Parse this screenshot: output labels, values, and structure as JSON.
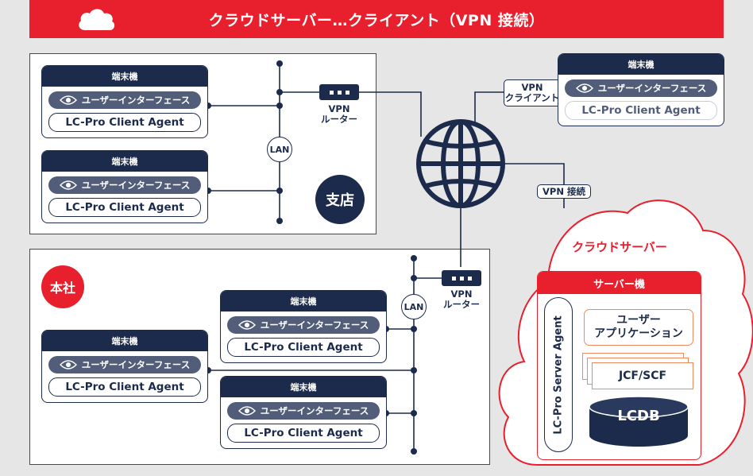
{
  "header": {
    "title": "クラウドサーバー…クライアント（VPN 接続）"
  },
  "branch": {
    "badge": "支店",
    "lan_label": "LAN",
    "router_label_line1": "VPN",
    "router_label_line2": "ルーター",
    "terminals": [
      {
        "title": "端末機",
        "ui_label": "ユーザーインターフェース",
        "agent_label": "LC-Pro Client Agent"
      },
      {
        "title": "端末機",
        "ui_label": "ユーザーインターフェース",
        "agent_label": "LC-Pro Client Agent"
      }
    ]
  },
  "hq": {
    "badge": "本社",
    "lan_label": "LAN",
    "router_label_line1": "VPN",
    "router_label_line2": "ルーター",
    "terminals": [
      {
        "title": "端末機",
        "ui_label": "ユーザーインターフェース",
        "agent_label": "LC-Pro Client Agent"
      },
      {
        "title": "端末機",
        "ui_label": "ユーザーインターフェース",
        "agent_label": "LC-Pro Client Agent"
      },
      {
        "title": "端末機",
        "ui_label": "ユーザーインターフェース",
        "agent_label": "LC-Pro Client Agent"
      }
    ]
  },
  "remote": {
    "tag_line1": "VPN",
    "tag_line2": "クライアント",
    "terminal": {
      "title": "端末機",
      "ui_label": "ユーザーインターフェース",
      "agent_label": "LC-Pro Client Agent"
    }
  },
  "vpn_connection_label": "VPN 接続",
  "cloud": {
    "title": "クラウドサーバー",
    "server_title": "サーバー機",
    "server_agent": "LC-Pro Server Agent",
    "user_app_line1": "ユーザー",
    "user_app_line2": "アプリケーション",
    "framework": "JCF/SCF",
    "db": "LCDB"
  },
  "colors": {
    "navy": "#1c2b4b",
    "red": "#e8202e",
    "orange": "#f08a5d",
    "slate": "#515d79",
    "background": "#e6e6e6"
  }
}
